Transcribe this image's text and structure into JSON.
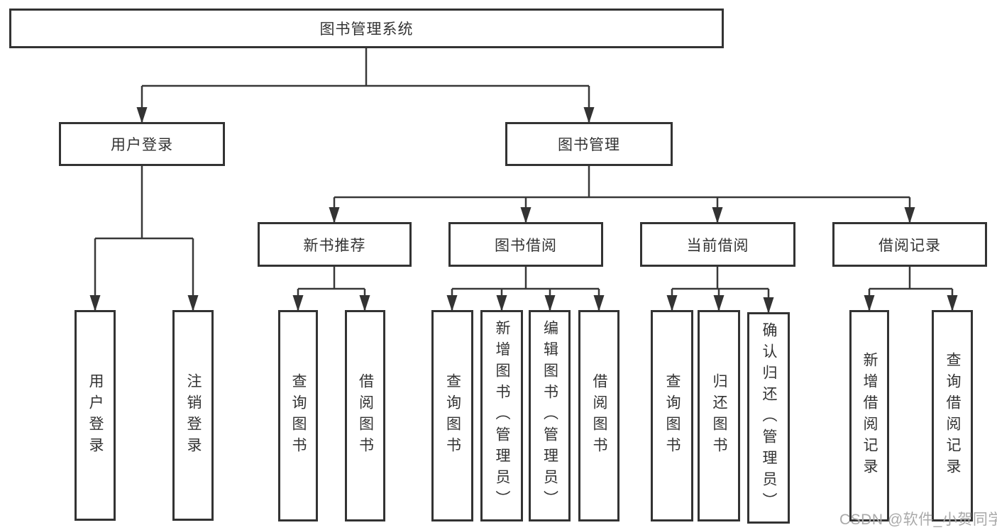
{
  "tree": {
    "label": "图书管理系统",
    "children": [
      {
        "label": "用户登录",
        "children": [
          {
            "label": "用户登录"
          },
          {
            "label": "注销登录"
          }
        ]
      },
      {
        "label": "图书管理",
        "children": [
          {
            "label": "新书推荐",
            "children": [
              {
                "label": "查询图书"
              },
              {
                "label": "借阅图书"
              }
            ]
          },
          {
            "label": "图书借阅",
            "children": [
              {
                "label": "查询图书"
              },
              {
                "label": "新增图书（管理员）"
              },
              {
                "label": "编辑图书（管理员）"
              },
              {
                "label": "借阅图书"
              }
            ]
          },
          {
            "label": "当前借阅",
            "children": [
              {
                "label": "查询图书"
              },
              {
                "label": "归还图书"
              },
              {
                "label": "确认归还（管理员）"
              }
            ]
          },
          {
            "label": "借阅记录",
            "children": [
              {
                "label": "新增借阅记录"
              },
              {
                "label": "查询借阅记录"
              }
            ]
          }
        ]
      }
    ]
  },
  "watermark": {
    "text": "CSDN @软件_小贺同学"
  },
  "colors": {
    "line": "#383838",
    "text": "#333333",
    "watermark": "#a9a9a9",
    "background": "#ffffff"
  }
}
